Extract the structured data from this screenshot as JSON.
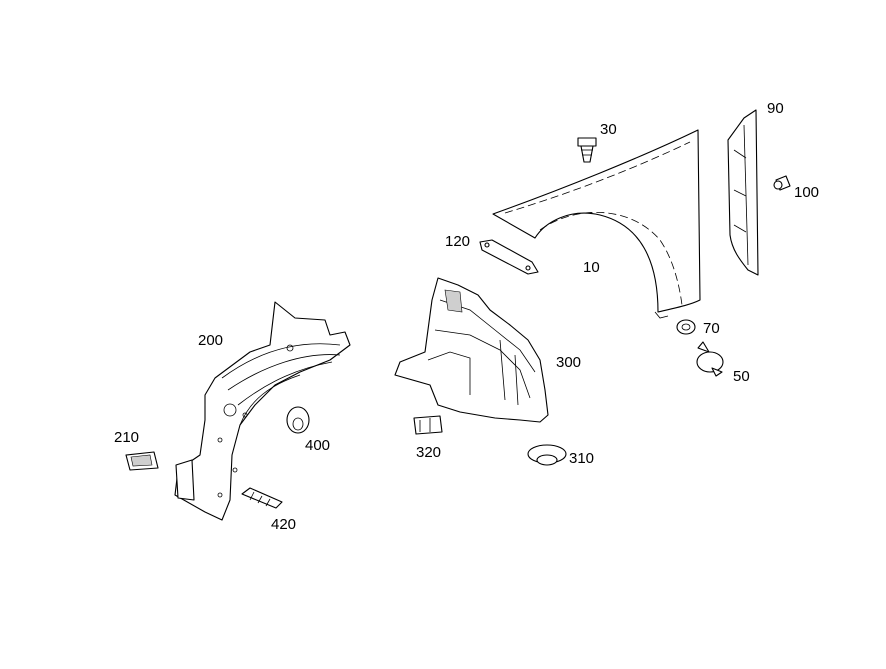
{
  "callouts": {
    "p10": "10",
    "p30": "30",
    "p50": "50",
    "p70": "70",
    "p90": "90",
    "p100": "100",
    "p120": "120",
    "p200": "200",
    "p210": "210",
    "p300": "300",
    "p310": "310",
    "p320": "320",
    "p400": "400",
    "p420": "420"
  }
}
